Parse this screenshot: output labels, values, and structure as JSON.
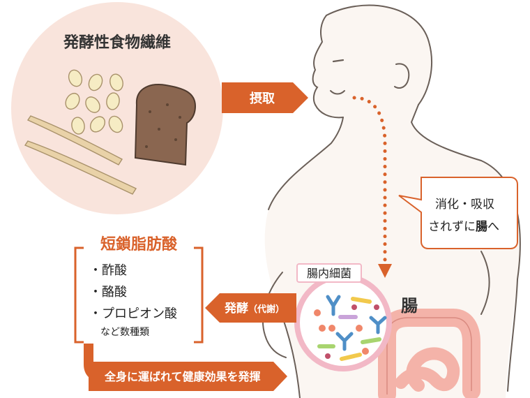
{
  "food_circle": {
    "title": "発酵性食物繊維"
  },
  "arrows": {
    "intake": "摂取",
    "fermentation_main": "発酵",
    "fermentation_sub": "（代謝）",
    "effect": "全身に運ばれて健康効果を発揮"
  },
  "speech_bubble": {
    "line1": "消化・吸収",
    "line2_prefix": "されずに",
    "line2_bold": "腸",
    "line2_suffix": "へ"
  },
  "gut_bacteria_label": "腸内細菌",
  "intestine_label": "腸",
  "scfa_box": {
    "title": "短鎖脂肪酸",
    "items": [
      "・酢酸",
      "・酪酸",
      "・プロピオン酸"
    ],
    "note": "など数種類"
  },
  "colors": {
    "orange": "#d9622b",
    "pink_circle": "#f9e4dc",
    "intestine": "#f4b3a9",
    "body_outline": "#6a5f58"
  }
}
